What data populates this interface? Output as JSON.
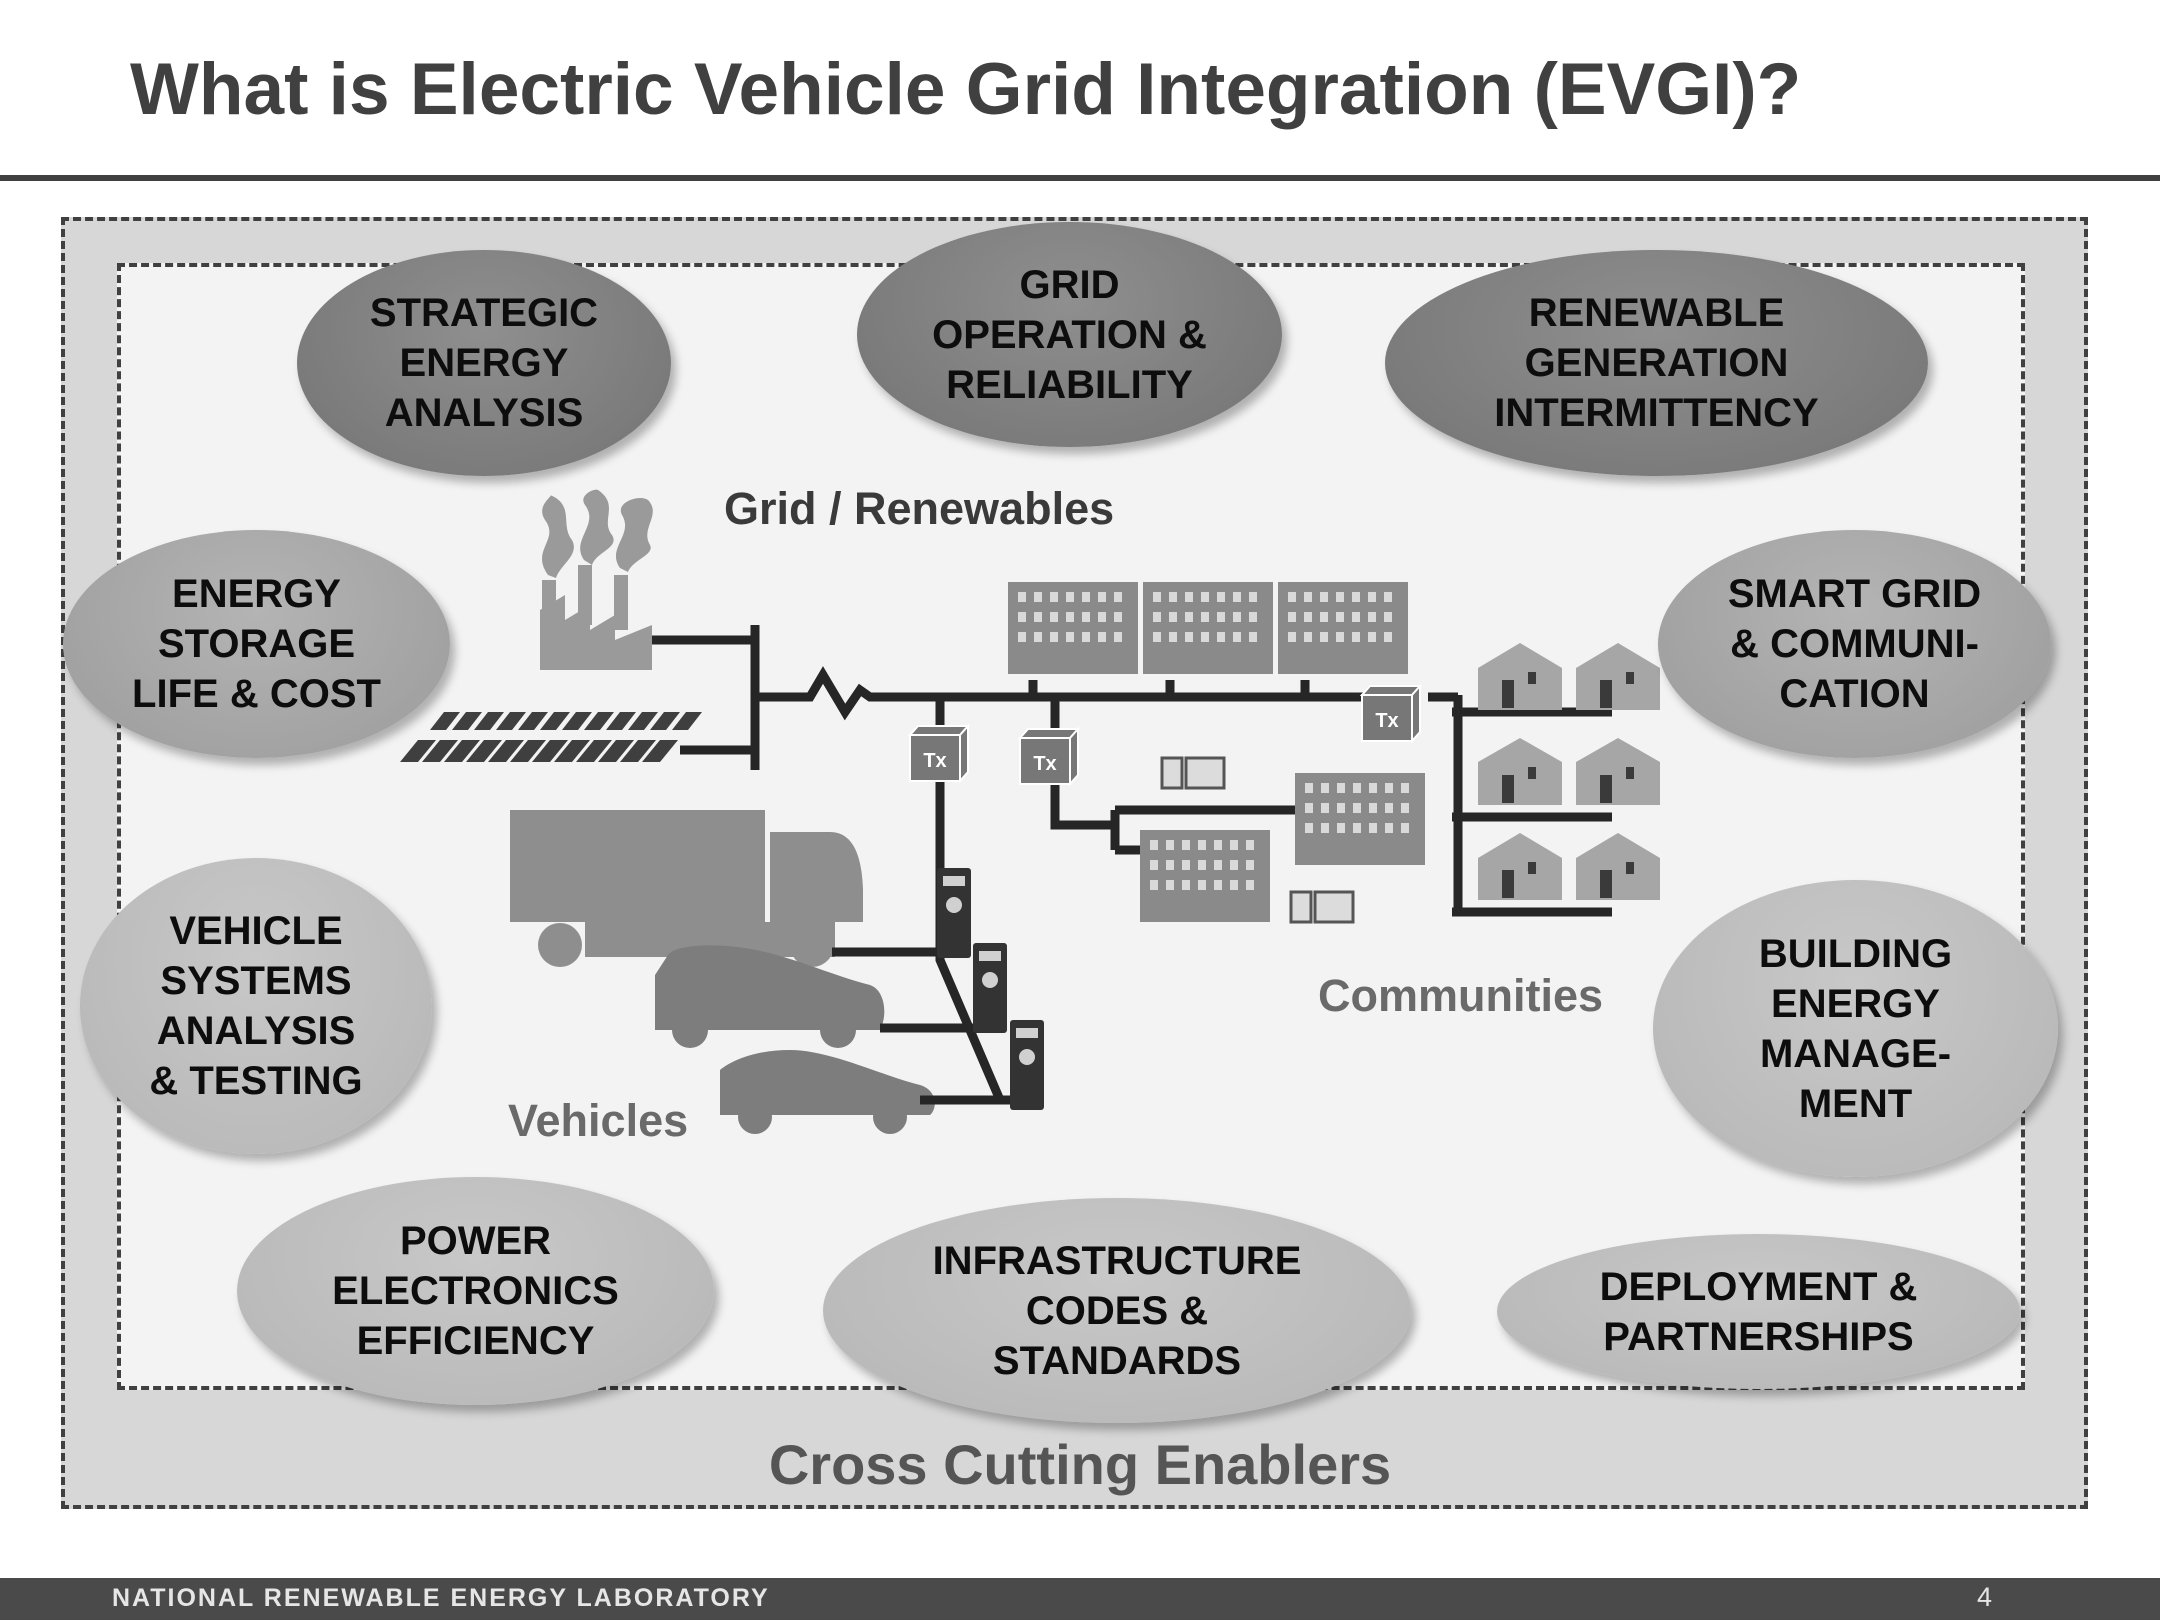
{
  "slide": {
    "title": "What is Electric Vehicle Grid Integration (EVGI)?",
    "cross_cutting_label": "Cross Cutting Enablers",
    "page_number": "4",
    "footer_text": "NATIONAL RENEWABLE ENERGY LABORATORY"
  },
  "ovals": {
    "strategic": "STRATEGIC\nENERGY\nANALYSIS",
    "grid_operation": "GRID\nOPERATION &\nRELIABILITY",
    "renewable_generation": "RENEWABLE\nGENERATION\nINTERMITTENCY",
    "energy_storage": "ENERGY\nSTORAGE\nLIFE & COST",
    "smart_grid": "SMART GRID\n& COMMUNI-\nCATION",
    "vehicle_systems": "VEHICLE\nSYSTEMS\nANALYSIS\n& TESTING",
    "building_energy": "BUILDING\nENERGY\nMANAGE-\nMENT",
    "power_electronics": "POWER\nELECTRONICS\nEFFICIENCY",
    "infrastructure": "INFRASTRUCTURE\nCODES &\nSTANDARDS",
    "deployment": "DEPLOYMENT &\nPARTNERSHIPS"
  },
  "diagram": {
    "grid_label": "Grid / Renewables",
    "communities_label": "Communities",
    "vehicles_label": "Vehicles",
    "transformer_label": "Tx"
  }
}
